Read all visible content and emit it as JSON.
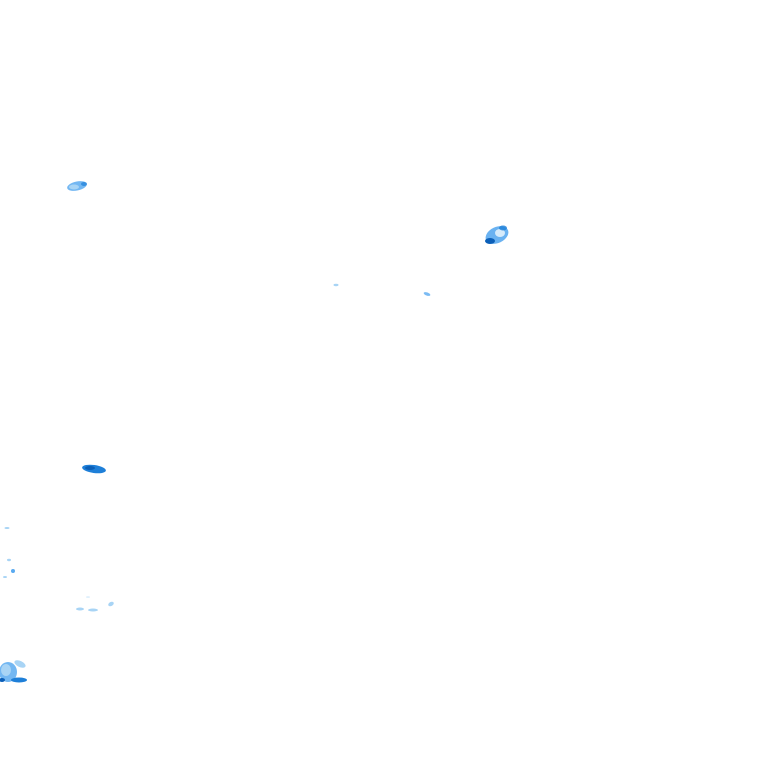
{
  "map": {
    "layer": "radar-precipitation",
    "background_color": "#ffffff",
    "palette": {
      "light": "#a8d4f5",
      "medium": "#5aaaf0",
      "strong": "#1e7fd8",
      "heavy": "#0b5fb8"
    },
    "echoes": [
      {
        "id": "echo-nw",
        "intensity": "medium"
      },
      {
        "id": "echo-ne",
        "intensity": "heavy"
      },
      {
        "id": "echo-center-small-a",
        "intensity": "light"
      },
      {
        "id": "echo-center-small-b",
        "intensity": "light"
      },
      {
        "id": "echo-west",
        "intensity": "strong"
      },
      {
        "id": "echo-sw-speckles",
        "intensity": "light"
      },
      {
        "id": "echo-sw-band",
        "intensity": "light"
      },
      {
        "id": "echo-sw-corner",
        "intensity": "heavy"
      }
    ]
  }
}
